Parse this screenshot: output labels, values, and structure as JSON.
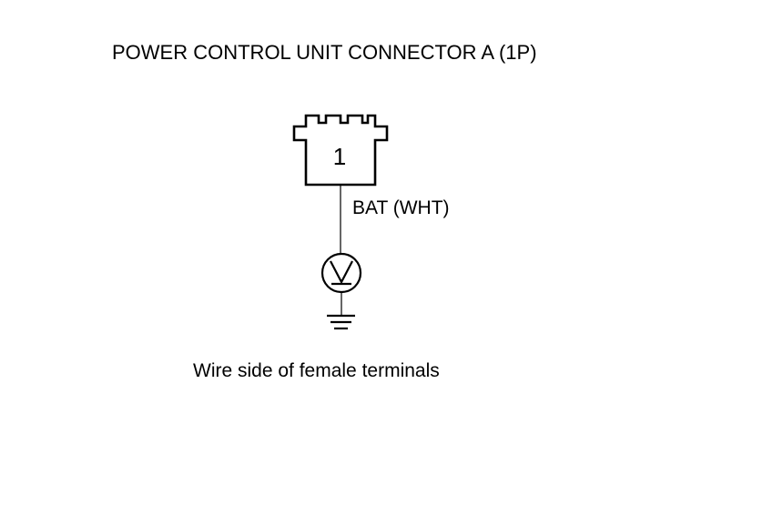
{
  "title": "POWER CONTROL UNIT CONNECTOR A (1P)",
  "connector": {
    "pin_number": "1"
  },
  "wire": {
    "label": "BAT (WHT)"
  },
  "meter": {
    "symbol": "voltmeter"
  },
  "ground": {
    "symbol": "ground"
  },
  "caption": "Wire side of female terminals"
}
